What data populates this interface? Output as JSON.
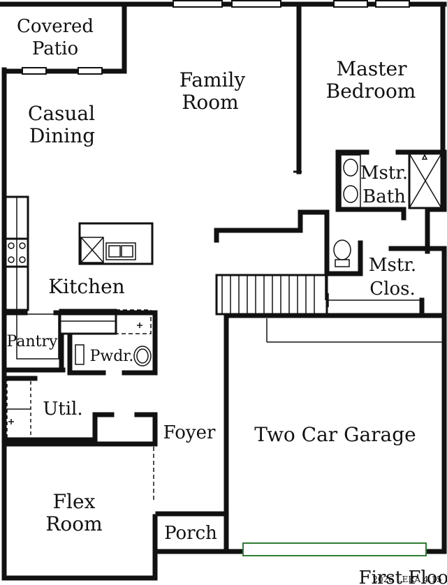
{
  "plan": {
    "rooms": {
      "covered_patio": [
        "Covered",
        "Patio"
      ],
      "family_room": [
        "Family",
        "Room"
      ],
      "master_bedroom": [
        "Master",
        "Bedroom"
      ],
      "casual_dining": [
        "Casual",
        "Dining"
      ],
      "mstr_bath": [
        "Mstr.",
        "Bath"
      ],
      "kitchen": "Kitchen",
      "mstr_clos": [
        "Mstr.",
        "Clos."
      ],
      "pantry": "Pantry",
      "pwdr": "Pwdr.",
      "util": "Util.",
      "foyer": "Foyer",
      "two_car_garage": "Two Car Garage",
      "flex_room": [
        "Flex",
        "Room"
      ],
      "porch": "Porch"
    },
    "floor_label": "First Floor",
    "watermark": "2026 LERA 4.15"
  }
}
